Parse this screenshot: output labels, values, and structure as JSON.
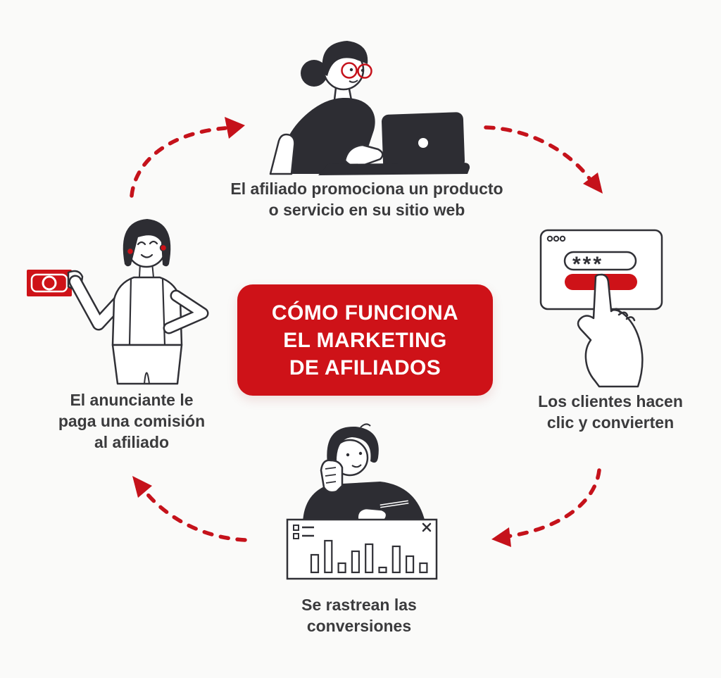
{
  "infographic": {
    "title": {
      "line1": "CÓMO FUNCIONA",
      "line2": "EL MARKETING",
      "line3": "DE AFILIADOS"
    },
    "steps": {
      "affiliate": {
        "line1": "El afiliado promociona un producto",
        "line2": "o servicio en su sitio web"
      },
      "customers": {
        "line1": "Los clientes hacen",
        "line2": "clic y convierten"
      },
      "tracking": {
        "line1": "Se rastrean las",
        "line2": "conversiones"
      },
      "advertiser": {
        "line1": "El anunciante le",
        "line2": "paga una comisión",
        "line3": "al afiliado"
      }
    },
    "illustrations": {
      "customer_browser": {
        "password_value": "***"
      },
      "tracking_window": {
        "bars": [
          25,
          45,
          13,
          30,
          40,
          7,
          37,
          23,
          13
        ]
      }
    },
    "icons": {
      "browser_dots": "three-circles",
      "window_menu": "list-squares",
      "close": "x-mark",
      "laptop_logo": "dot"
    },
    "colors": {
      "accent_red": "#CE1218",
      "arrow_red": "#C5121B",
      "text_dark": "#3B3B3D",
      "stroke_dark": "#303036",
      "background": "#FAFAF9"
    }
  }
}
